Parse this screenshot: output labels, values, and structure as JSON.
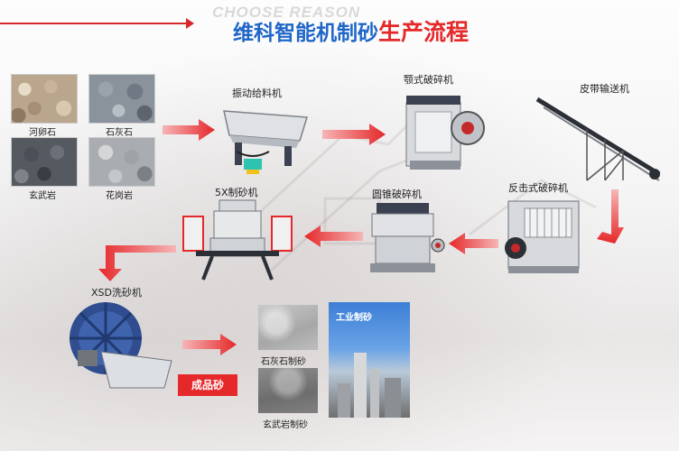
{
  "header": {
    "watermark": "CHOOSE REASON",
    "title_blue": "维科智能机制砂",
    "title_red": "生产流程"
  },
  "materials": [
    {
      "name": "河卵石"
    },
    {
      "name": "石灰石"
    },
    {
      "name": "玄武岩"
    },
    {
      "name": "花岗岩"
    }
  ],
  "machines": {
    "feeder": "振动给料机",
    "jaw_crusher": "颚式破碎机",
    "conveyor": "皮带输送机",
    "impact_crusher": "反击式破碎机",
    "cone_crusher": "圆锥破碎机",
    "sand_maker": "5X制砂机",
    "sand_washer": "XSD洗砂机"
  },
  "products": {
    "badge": "成品砂",
    "limestone_sand": "石灰石制砂",
    "basalt_sand": "玄武岩制砂",
    "industrial": "工业制砂"
  },
  "colors": {
    "accent_red": "#e5282a",
    "title_blue": "#1f66c8",
    "machine_blue": "#2f4d8f"
  }
}
